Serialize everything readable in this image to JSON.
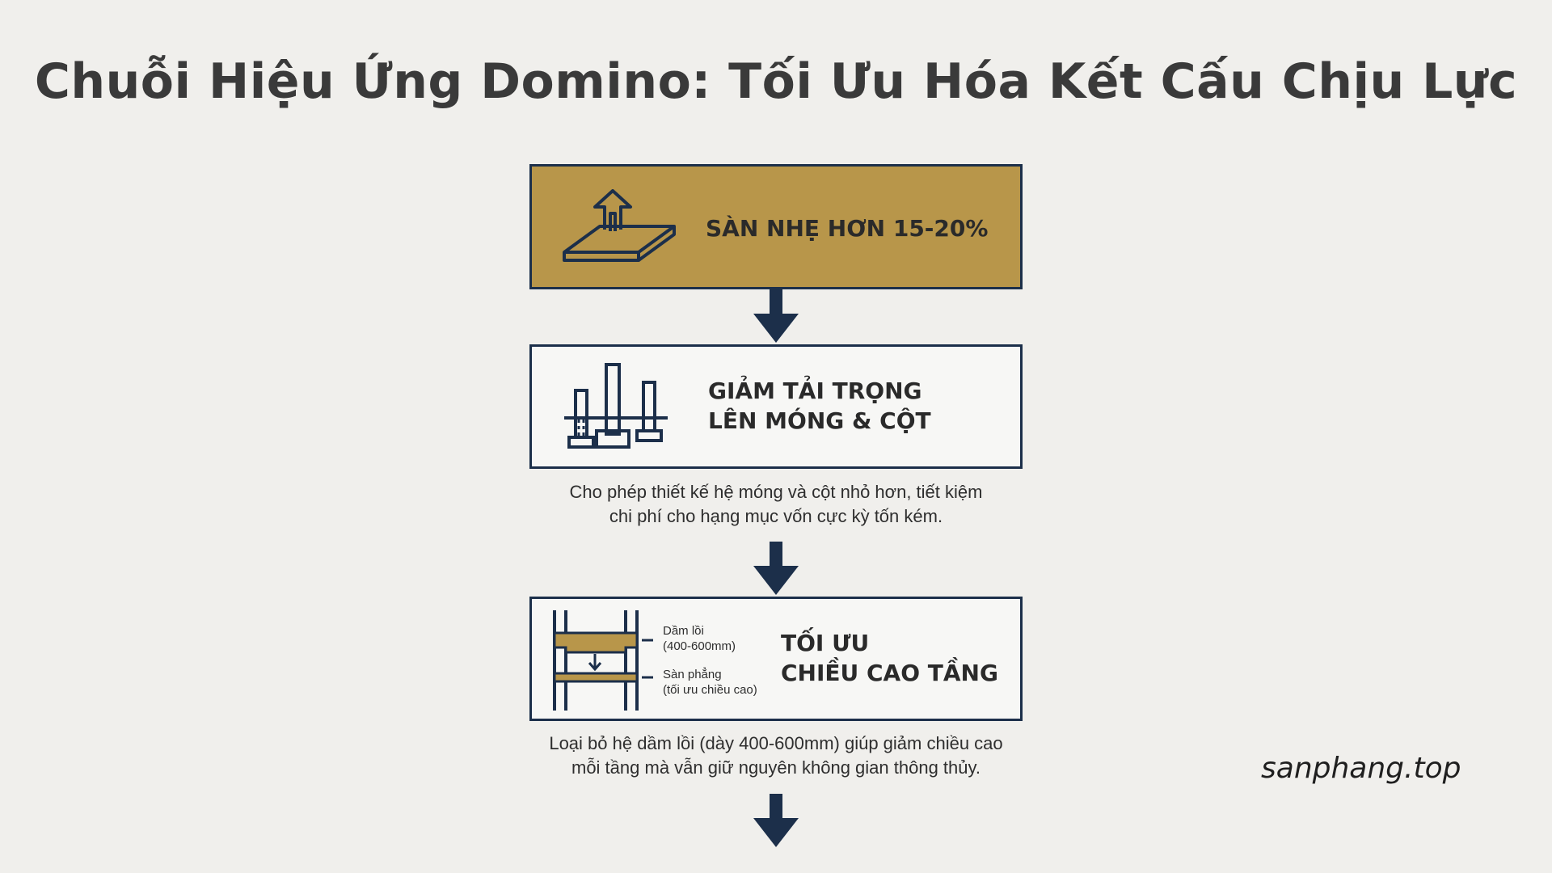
{
  "title": "Chuỗi Hiệu Ứng Domino: Tối Ưu Hóa Kết Cấu Chịu Lực",
  "steps": [
    {
      "label": "SÀN NHẸ HƠN 15-20%",
      "icon": "lightweight-slab-up-arrow-icon",
      "color": "#b8964a"
    },
    {
      "label": "GIẢM TẢI TRỌNG\nLÊN MÓNG & CỘT",
      "icon": "columns-foundations-icon",
      "description": "Cho phép thiết kế hệ móng và cột nhỏ hơn, tiết kiệm\nchi phí cho hạng mục vốn cực kỳ tốn kém."
    },
    {
      "label": "TỐI ƯU\nCHIỀU CAO TẦNG",
      "icon": "floor-height-frame-icon",
      "annotations": [
        "Dầm lồi\n(400-600mm)",
        "Sàn phẳng\n(tối ưu chiều cao)"
      ],
      "description": "Loại bỏ hệ dầm lồi (dày 400-600mm) giúp giảm chiều cao\nmỗi tầng mà vẫn giữ nguyên không gian thông thủy."
    }
  ],
  "watermark": "sanphang.top",
  "colors": {
    "navy": "#1c2f4a",
    "gold": "#b8964a",
    "background": "#f0efec"
  }
}
